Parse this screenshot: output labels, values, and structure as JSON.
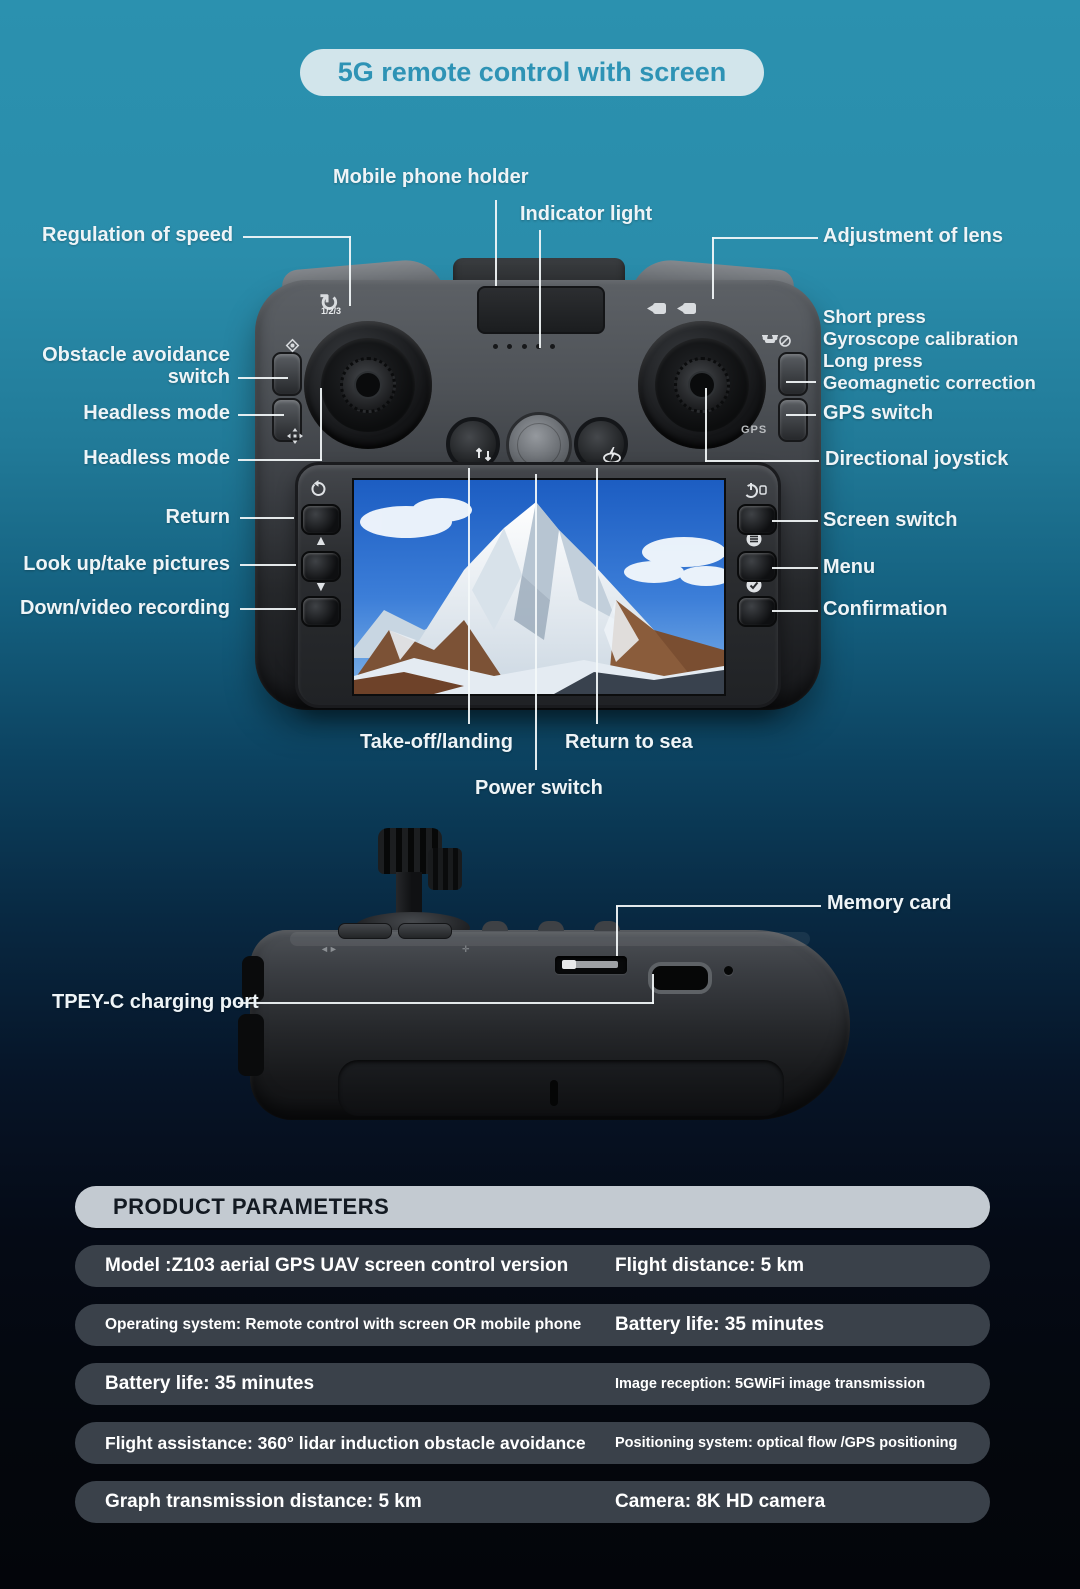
{
  "title": "5G remote control with screen",
  "callouts": {
    "mobile_phone_holder": "Mobile phone holder",
    "indicator_light": "Indicator light",
    "regulation_of_speed": "Regulation of speed",
    "adjustment_of_lens": "Adjustment of lens",
    "obstacle_avoidance_switch": [
      "Obstacle avoidance",
      "switch"
    ],
    "headless_mode_1": "Headless mode",
    "headless_mode_2": "Headless mode",
    "gyro_note": [
      "Short press",
      "Gyroscope calibration",
      "Long press",
      "Geomagnetic correction"
    ],
    "gps_switch": "GPS switch",
    "directional_joystick": "Directional joystick",
    "return_btn": "Return",
    "screen_switch": "Screen switch",
    "look_up_take_pictures": "Look up/take pictures",
    "menu": "Menu",
    "down_video_recording": "Down/video recording",
    "confirmation": "Confirmation",
    "take_off_landing": "Take-off/landing",
    "return_to_sea": "Return to sea",
    "power_switch": "Power switch",
    "memory_card": "Memory card",
    "type_c_charging_port": "TPEY-C charging port"
  },
  "device": {
    "gps_label": "GPS",
    "speed_modes": "1/2/3"
  },
  "parameters": {
    "header": "PRODUCT PARAMETERS",
    "rows": [
      {
        "left": "Model :Z103 aerial GPS UAV screen control version",
        "right": "Flight distance: 5 km"
      },
      {
        "left": "Operating system: Remote control with screen OR mobile phone",
        "right": "Battery life: 35 minutes"
      },
      {
        "left": "Battery life: 35 minutes",
        "right": "Image reception: 5GWiFi image transmission"
      },
      {
        "left": "Flight assistance: 360° lidar induction obstacle avoidance",
        "right": "Positioning system: optical flow /GPS positioning"
      },
      {
        "left": "Graph transmission distance: 5 km",
        "right": "Camera: 8K HD camera"
      }
    ]
  },
  "colors": {
    "background_top": "#2b91af",
    "background_bottom": "#04060b",
    "title_pill_bg": "#d2e5eb",
    "title_text": "#2e93b5",
    "label_text": "#eef4f7",
    "param_header_bg": "#c3cad1",
    "param_row_bg": "#3a414a"
  }
}
